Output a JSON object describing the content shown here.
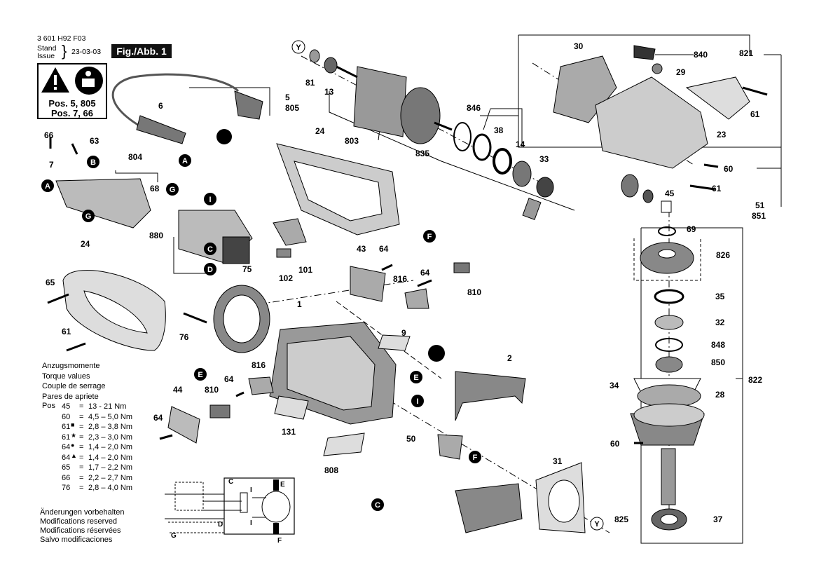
{
  "header": {
    "part_no": "3 601 H92 F03",
    "stand": "Stand",
    "issue": "Issue",
    "date": "23-03-03",
    "fig": "Fig./Abb. 1"
  },
  "notice": {
    "line1": "Pos. 5, 805",
    "line2": "Pos. 7, 66"
  },
  "torque": {
    "title_de": "Anzugsmomente",
    "title_en": "Torque values",
    "title_fr": "Couple de serrage",
    "title_es": "Pares de apriete",
    "pos_label": "Pos",
    "rows": [
      {
        "pos": "45",
        "mark": "",
        "eq": "=",
        "val": "13  -  21 Nm"
      },
      {
        "pos": "60",
        "mark": "",
        "eq": "=",
        "val": "4,5 – 5,0 Nm"
      },
      {
        "pos": "61",
        "mark": "■",
        "eq": "=",
        "val": "2,8 – 3,8 Nm"
      },
      {
        "pos": "61",
        "mark": "★",
        "eq": "=",
        "val": "2,3 – 3,0 Nm"
      },
      {
        "pos": "64",
        "mark": "●",
        "eq": "=",
        "val": "1,4 – 2,0 Nm"
      },
      {
        "pos": "64",
        "mark": "▲",
        "eq": "=",
        "val": "1,4 – 2,0 Nm"
      },
      {
        "pos": "65",
        "mark": "",
        "eq": "=",
        "val": "1,7 – 2,2 Nm"
      },
      {
        "pos": "66",
        "mark": "",
        "eq": "=",
        "val": "2,2 – 2,7 Nm"
      },
      {
        "pos": "76",
        "mark": "",
        "eq": "=",
        "val": "2,8 – 4,0 Nm"
      }
    ]
  },
  "modifications": [
    "Änderungen vorbehalten",
    "Modifications reserved",
    "Modifications réservées",
    "Salvo modificaciones"
  ],
  "callouts": {
    "n5": "5",
    "n805": "805",
    "n6": "6",
    "n66": "66",
    "n63": "63",
    "n7": "7",
    "n804": "804",
    "n68": "68",
    "n880": "880",
    "n24a": "24",
    "n65": "65",
    "n61s": "61",
    "n75": "75",
    "n76": "76",
    "n102": "102",
    "n101": "101",
    "n24b": "24",
    "n803": "803",
    "n81": "81",
    "n13": "13",
    "n835": "835",
    "n846": "846",
    "n38": "38",
    "n14": "14",
    "n33": "33",
    "n30": "30",
    "n840": "840",
    "n821": "821",
    "n29": "29",
    "n61a": "61",
    "n23": "23",
    "n60a": "60",
    "n61b": "61",
    "n45": "45",
    "n51": "51",
    "n851": "851",
    "n69": "69",
    "n826": "826",
    "n35": "35",
    "n32": "32",
    "n848": "848",
    "n850": "850",
    "n34": "34",
    "n28": "28",
    "n822": "822",
    "n60b": "60",
    "n825": "825",
    "n37": "37",
    "n43": "43",
    "n64a": "64",
    "n816a": "816",
    "n64b": "64",
    "n810a": "810",
    "n1": "1",
    "n9": "9",
    "n2": "2",
    "n44": "44",
    "n810b": "810",
    "n64c": "64",
    "n816b": "816",
    "n64d": "64",
    "n131": "131",
    "n808": "808",
    "n50": "50",
    "n31": "31"
  },
  "markers": {
    "A": "A",
    "B": "B",
    "C": "C",
    "D": "D",
    "E": "E",
    "F": "F",
    "G": "G",
    "I": "I",
    "Y": "Y"
  },
  "schematic": {
    "C": "C",
    "D": "D",
    "G": "G",
    "E": "E",
    "F": "F",
    "I1": "I",
    "I2": "I"
  },
  "colors": {
    "ink": "#000000",
    "part": "#555555",
    "paper": "#ffffff"
  }
}
